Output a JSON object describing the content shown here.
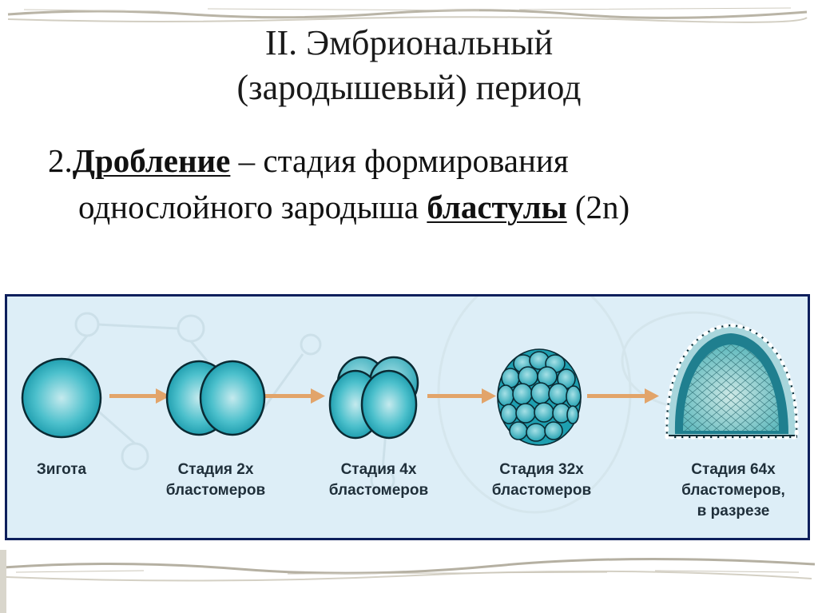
{
  "title": {
    "line1": "II. Эмбриональный",
    "line2": "(зародышевый) период"
  },
  "body": {
    "prefix": "2.",
    "term1": "Дробление",
    "line1_rest": " – стадия формирования",
    "line2_lead": "однослойного зародыша ",
    "term2": "бластулы",
    "line2_rest": " (2n)"
  },
  "figure": {
    "stages": [
      {
        "line1": "Зигота"
      },
      {
        "line1": "Стадия 2х",
        "line2": "бластомеров"
      },
      {
        "line1": "Стадия 4х",
        "line2": "бластомеров"
      },
      {
        "line1": "Стадия 32х",
        "line2": "бластомеров"
      },
      {
        "line1": "Стадия 64х",
        "line2": "бластомеров,",
        "line3": "в разрезе"
      }
    ],
    "colors": {
      "cell_fill": "#2fb4c3",
      "cell_highlight": "#c5eaee",
      "cell_stroke": "#0a2a33",
      "arrow": "#e2a46a",
      "panel_background": "#ddeef7",
      "panel_border": "#0d1f5c"
    }
  }
}
